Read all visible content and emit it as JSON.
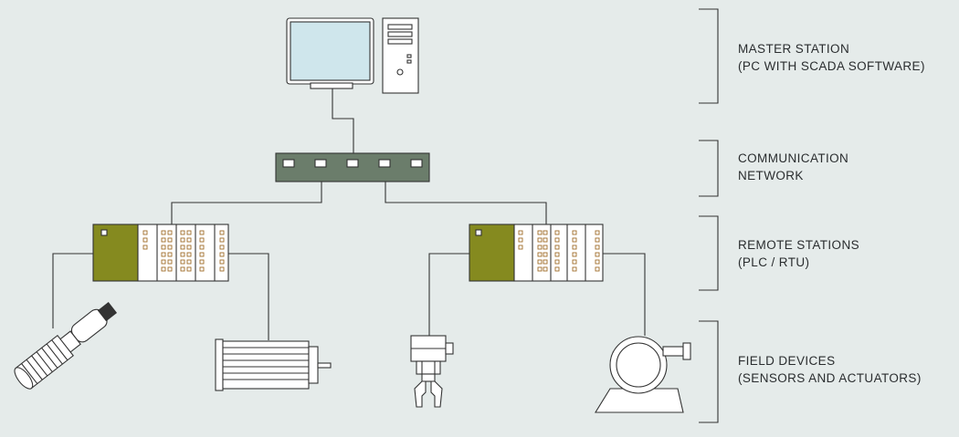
{
  "labels": {
    "master": {
      "line1": "MASTER STATION",
      "line2": "(PC WITH SCADA SOFTWARE)"
    },
    "network": {
      "line1": "COMMUNICATION",
      "line2": "NETWORK"
    },
    "remote": {
      "line1": "REMOTE STATIONS",
      "line2": "(PLC / RTU)"
    },
    "field": {
      "line1": "FIELD DEVICES",
      "line2": "(SENSORS AND ACTUATORS)"
    }
  },
  "colors": {
    "background": "#e5ebea",
    "outline": "#333333",
    "screen": "#cfe6ec",
    "network_switch": "#6b7d6b",
    "plc_cpu": "#858a1f",
    "plc_io_led": "#a06d2a"
  }
}
